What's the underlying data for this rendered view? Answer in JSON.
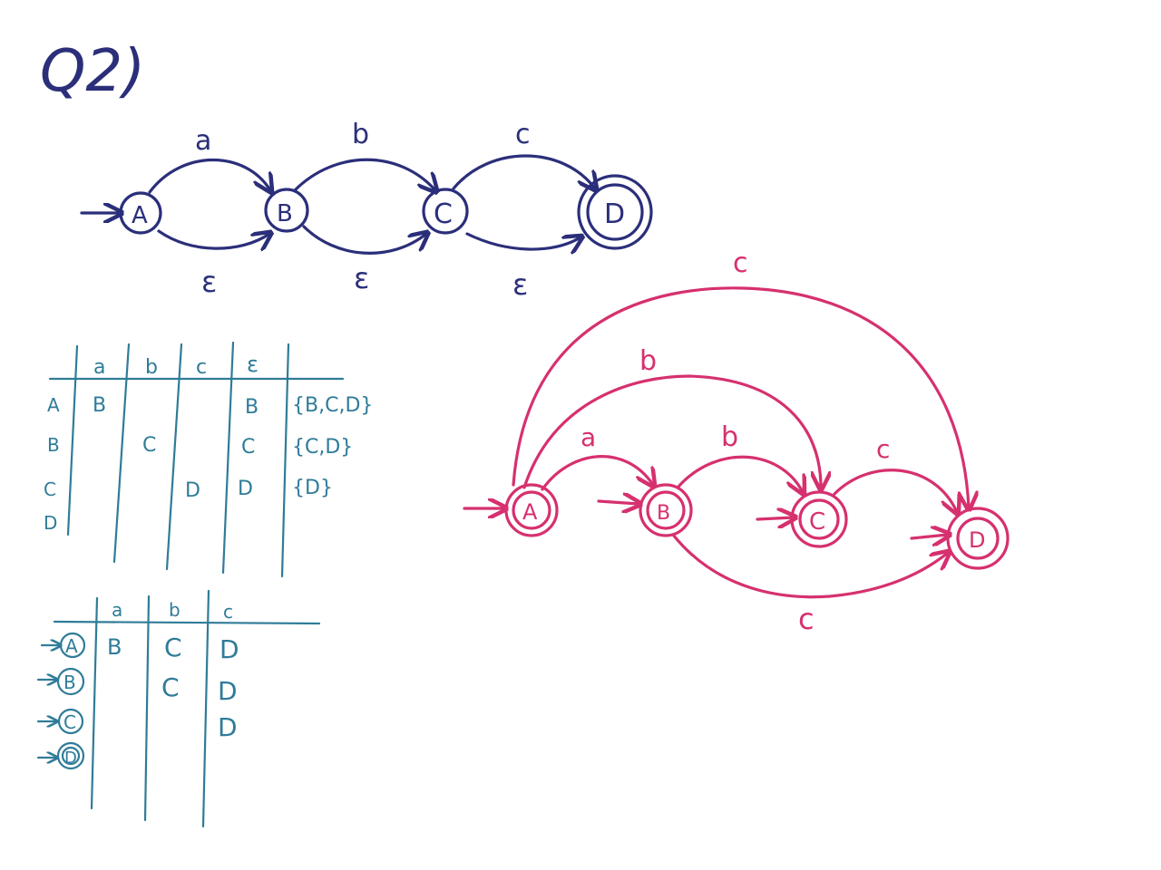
{
  "question_label": "Q2)",
  "colors": {
    "nfa": "#2b2f7a",
    "tables": "#2f7c98",
    "dfa": "#d6306f",
    "background": "#ffffff"
  },
  "nfa": {
    "states": [
      "A",
      "B",
      "C",
      "D"
    ],
    "start_state": "A",
    "accept_states": [
      "D"
    ],
    "transitions": [
      {
        "from": "A",
        "to": "B",
        "label": "a"
      },
      {
        "from": "A",
        "to": "B",
        "label": "ε"
      },
      {
        "from": "B",
        "to": "C",
        "label": "b"
      },
      {
        "from": "B",
        "to": "C",
        "label": "ε"
      },
      {
        "from": "C",
        "to": "D",
        "label": "c"
      },
      {
        "from": "C",
        "to": "D",
        "label": "ε"
      }
    ]
  },
  "closure_table": {
    "headers": [
      "",
      "a",
      "b",
      "c",
      "ε",
      ""
    ],
    "rows": [
      [
        "A",
        "B",
        "",
        "",
        "B",
        "{B,C,D}"
      ],
      [
        "B",
        "",
        "C",
        "",
        "C",
        "{C,D}"
      ],
      [
        "C",
        "",
        "",
        "D",
        "D",
        "{D}"
      ],
      [
        "D",
        "",
        "",
        "",
        "",
        ""
      ]
    ]
  },
  "dfa_table": {
    "headers": [
      "",
      "a",
      "b",
      "c"
    ],
    "rows": [
      [
        "A",
        "B",
        "C",
        "D"
      ],
      [
        "B",
        "",
        "C",
        "D"
      ],
      [
        "C",
        "",
        "",
        "D"
      ],
      [
        "D",
        "",
        "",
        ""
      ]
    ]
  },
  "dfa": {
    "states": [
      "A",
      "B",
      "C",
      "D"
    ],
    "transitions": [
      {
        "from": "A",
        "to": "B",
        "label": "a"
      },
      {
        "from": "A",
        "to": "C",
        "label": "b"
      },
      {
        "from": "A",
        "to": "D",
        "label": "c"
      },
      {
        "from": "B",
        "to": "C",
        "label": "b"
      },
      {
        "from": "B",
        "to": "D",
        "label": "c"
      },
      {
        "from": "C",
        "to": "D",
        "label": "c"
      }
    ]
  }
}
